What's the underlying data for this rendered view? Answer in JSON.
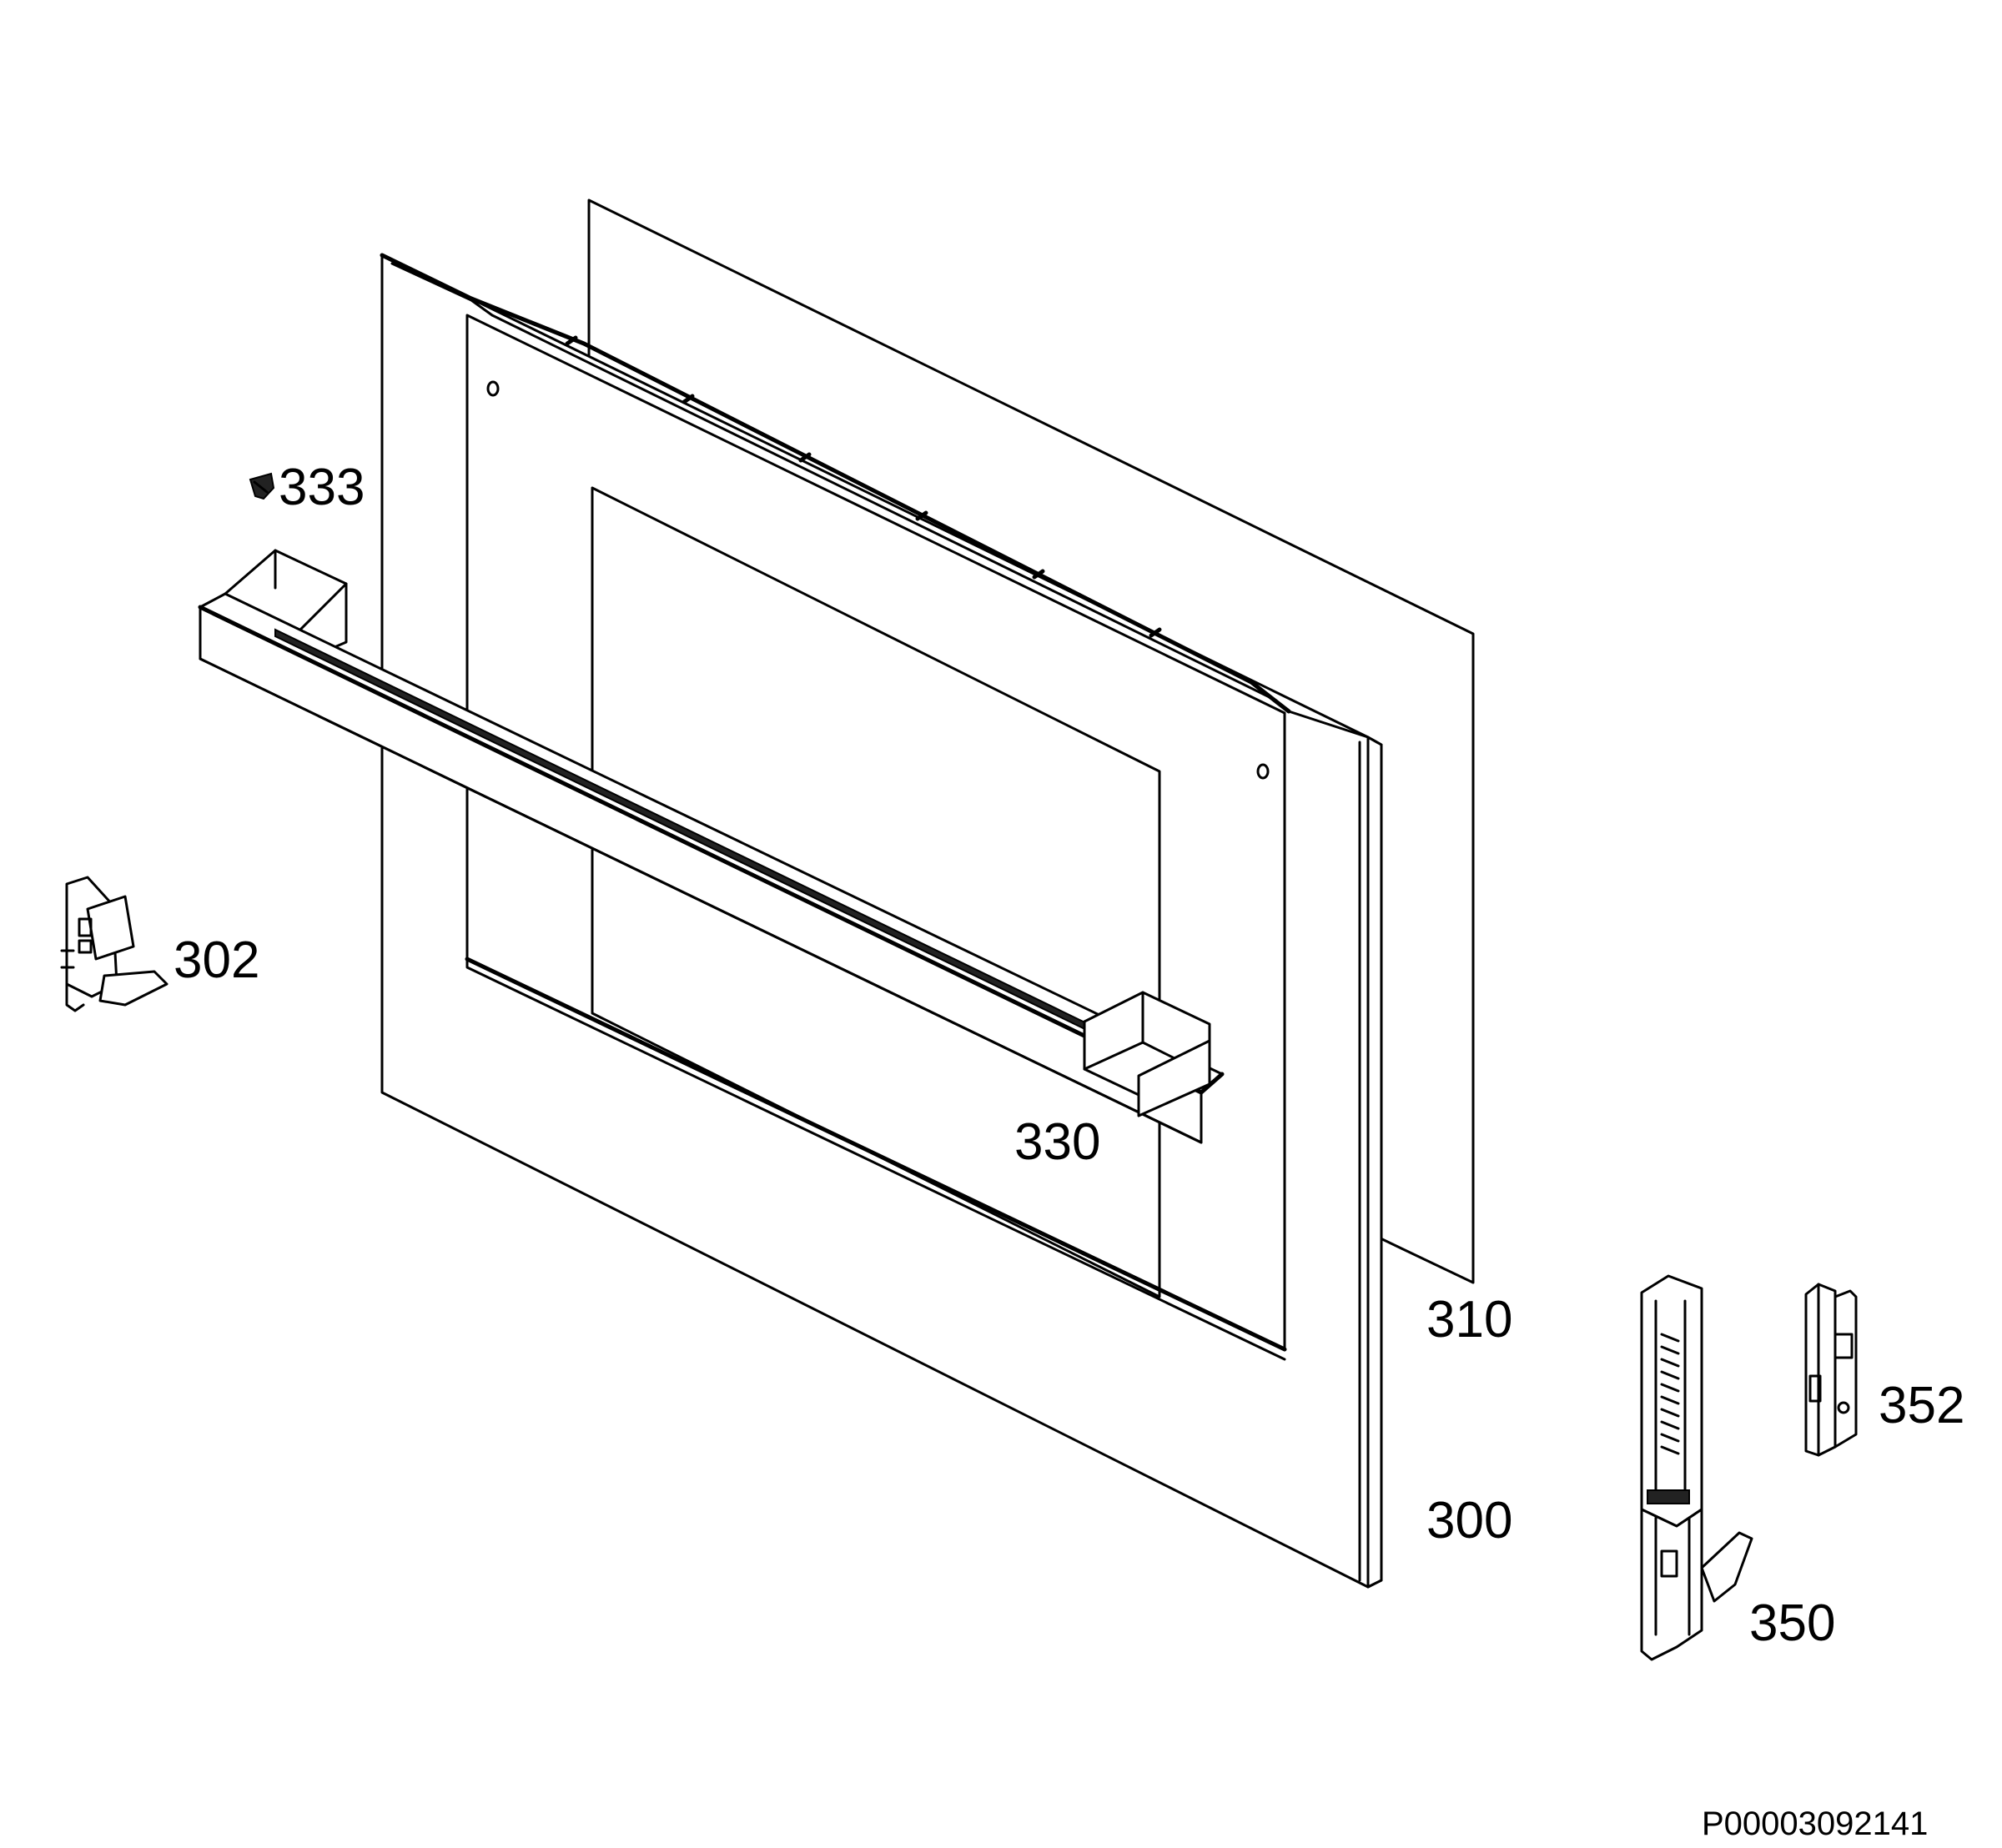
{
  "diagram": {
    "document_id": "P00003092141",
    "parts": [
      {
        "id": "door-glass-rear",
        "number": "310"
      },
      {
        "id": "door-panel-front",
        "number": "300"
      },
      {
        "id": "door-handle",
        "number": "330"
      },
      {
        "id": "screw",
        "number": "333"
      },
      {
        "id": "door-catch",
        "number": "302"
      },
      {
        "id": "hinge",
        "number": "350"
      },
      {
        "id": "hinge-receiver",
        "number": "352"
      }
    ]
  }
}
